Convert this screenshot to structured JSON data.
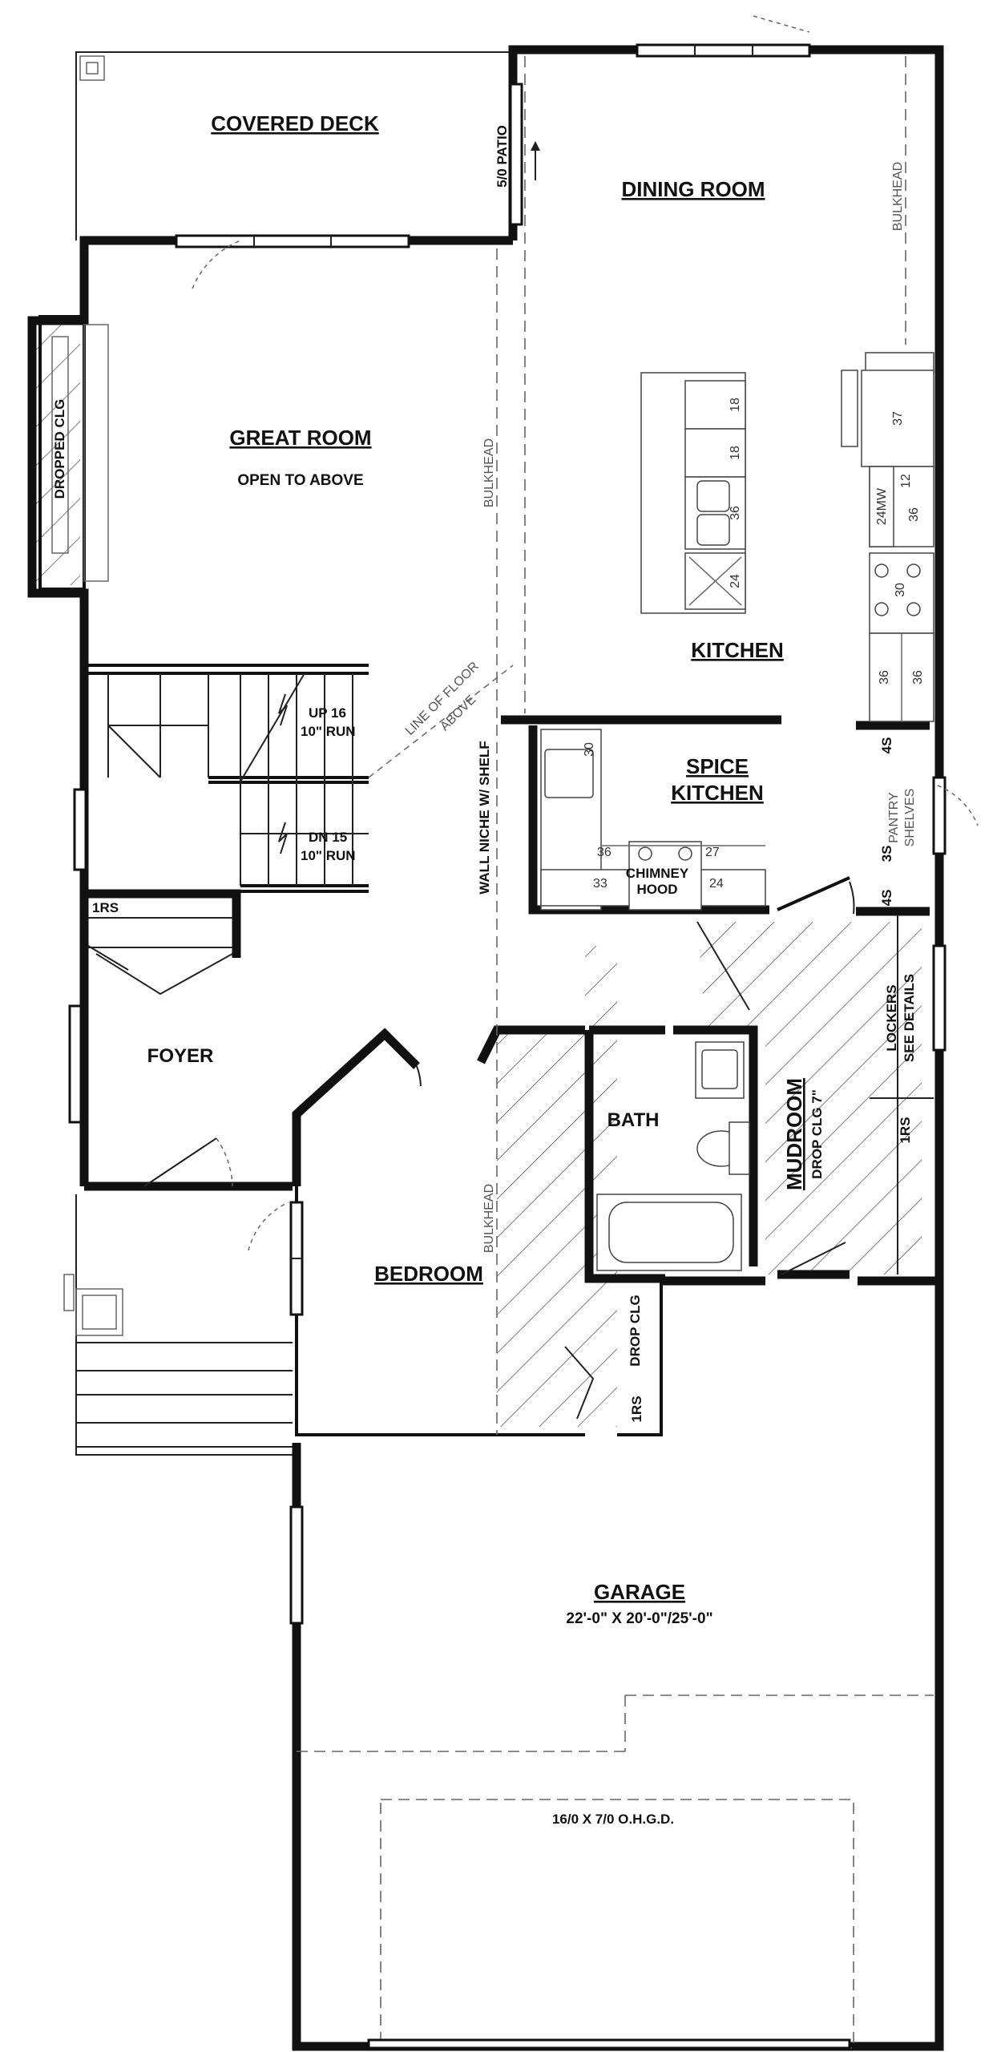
{
  "rooms": {
    "covered_deck": "COVERED DECK",
    "patio_door": "5/0 PATIO",
    "dining_room": "DINING ROOM",
    "great_room": "GREAT ROOM",
    "great_room_note": "OPEN TO ABOVE",
    "dropped_clg": "DROPPED CLG",
    "kitchen": "KITCHEN",
    "spice_kitchen_1": "SPICE",
    "spice_kitchen_2": "KITCHEN",
    "chimney_hood_1": "CHIMNEY",
    "chimney_hood_2": "HOOD",
    "foyer": "FOYER",
    "bedroom": "BEDROOM",
    "bath": "BATH",
    "mudroom": "MUDROOM",
    "mudroom_note": "DROP CLG 7\"",
    "lockers_1": "LOCKERS",
    "lockers_2": "SEE DETAILS",
    "pantry_1": "PANTRY",
    "pantry_2": "SHELVES",
    "wall_niche": "WALL NICHE W/ SHELF",
    "drop_clg": "DROP CLG",
    "garage": "GARAGE",
    "garage_size": "22'-0\" X 20'-0\"/25'-0\"",
    "garage_door": "16/0 X 7/0 O.H.G.D."
  },
  "annotations": {
    "bulkhead": "BULKHEAD",
    "line_of_floor_1": "LINE OF FLOOR",
    "line_of_floor_2": "ABOVE",
    "stairs_up_1": "UP 16",
    "stairs_up_2": "10\" RUN",
    "stairs_dn_1": "DN 15",
    "stairs_dn_2": "10\" RUN",
    "one_rs": "1RS",
    "four_s": "4S",
    "three_s": "3S"
  },
  "cabinet_dims": {
    "island_1": "18",
    "island_2": "18",
    "island_3": "36",
    "island_4": "24",
    "fridge": "37",
    "microwave": "24MW",
    "upper_12": "12",
    "side_36": "36",
    "range": "30",
    "lower_36a": "36",
    "lower_36b": "36",
    "spice_30": "30",
    "spice_36": "36",
    "spice_33": "33",
    "spice_27": "27",
    "spice_24": "24"
  }
}
